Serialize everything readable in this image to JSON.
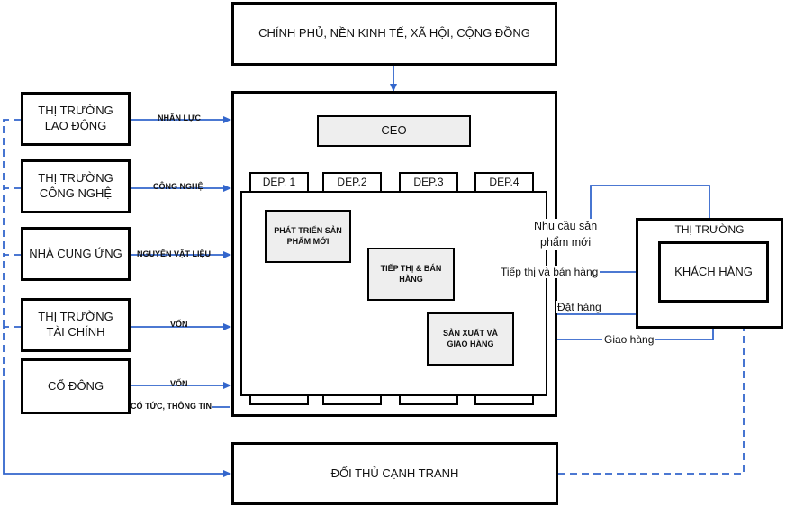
{
  "top_box": "CHÍNH PHỦ, NỀN KINH TẾ, XÃ HỘI, CỘNG ĐỒNG",
  "bottom_box": "ĐỐI THỦ CẠNH TRANH",
  "left_boxes": {
    "labor_market": {
      "line1": "THỊ TRƯỜNG",
      "line2": "LAO ĐỘNG"
    },
    "tech_market": {
      "line1": "THỊ TRƯỜNG",
      "line2": "CÔNG NGHỆ"
    },
    "supplier": {
      "line1": "NHÀ CUNG ỨNG"
    },
    "finance_market": {
      "line1": "THỊ TRƯỜNG",
      "line2": "TÀI CHÍNH"
    },
    "shareholders": {
      "line1": "CỔ ĐÔNG"
    }
  },
  "edge_labels": {
    "labor": "NHÂN LỰC",
    "tech": "CÔNG NGHỆ",
    "materials": "NGUYÊN VẬT LIỆU",
    "capital_1": "VỐN",
    "capital_2": "VỐN",
    "dividend": "CỔ TỨC, THÔNG TIN"
  },
  "ceo": "CEO",
  "departments": [
    "DEP. 1",
    "DEP.2",
    "DEP.3",
    "DEP.4"
  ],
  "processes": {
    "new_product": {
      "line1": "PHÁT TRIỂN SẢN",
      "line2": "PHẨM MỚI"
    },
    "marketing": {
      "line1": "TIẾP THỊ & BÁN",
      "line2": "HÀNG"
    },
    "production": {
      "line1": "SẢN XUẤT VÀ",
      "line2": "GIAO HÀNG"
    }
  },
  "market": {
    "title": "THỊ TRƯỜNG",
    "customer": "KHÁCH HÀNG"
  },
  "flow_labels": {
    "demand_line1": "Nhu cầu sản",
    "demand_line2": "phẩm mới",
    "marketing_sales": "Tiếp thị và bán hàng",
    "order": "Đặt hàng",
    "delivery": "Giao hàng"
  },
  "colors": {
    "arrow": "#3366cc",
    "process_fill": "#eeeeee",
    "border": "#000000"
  }
}
